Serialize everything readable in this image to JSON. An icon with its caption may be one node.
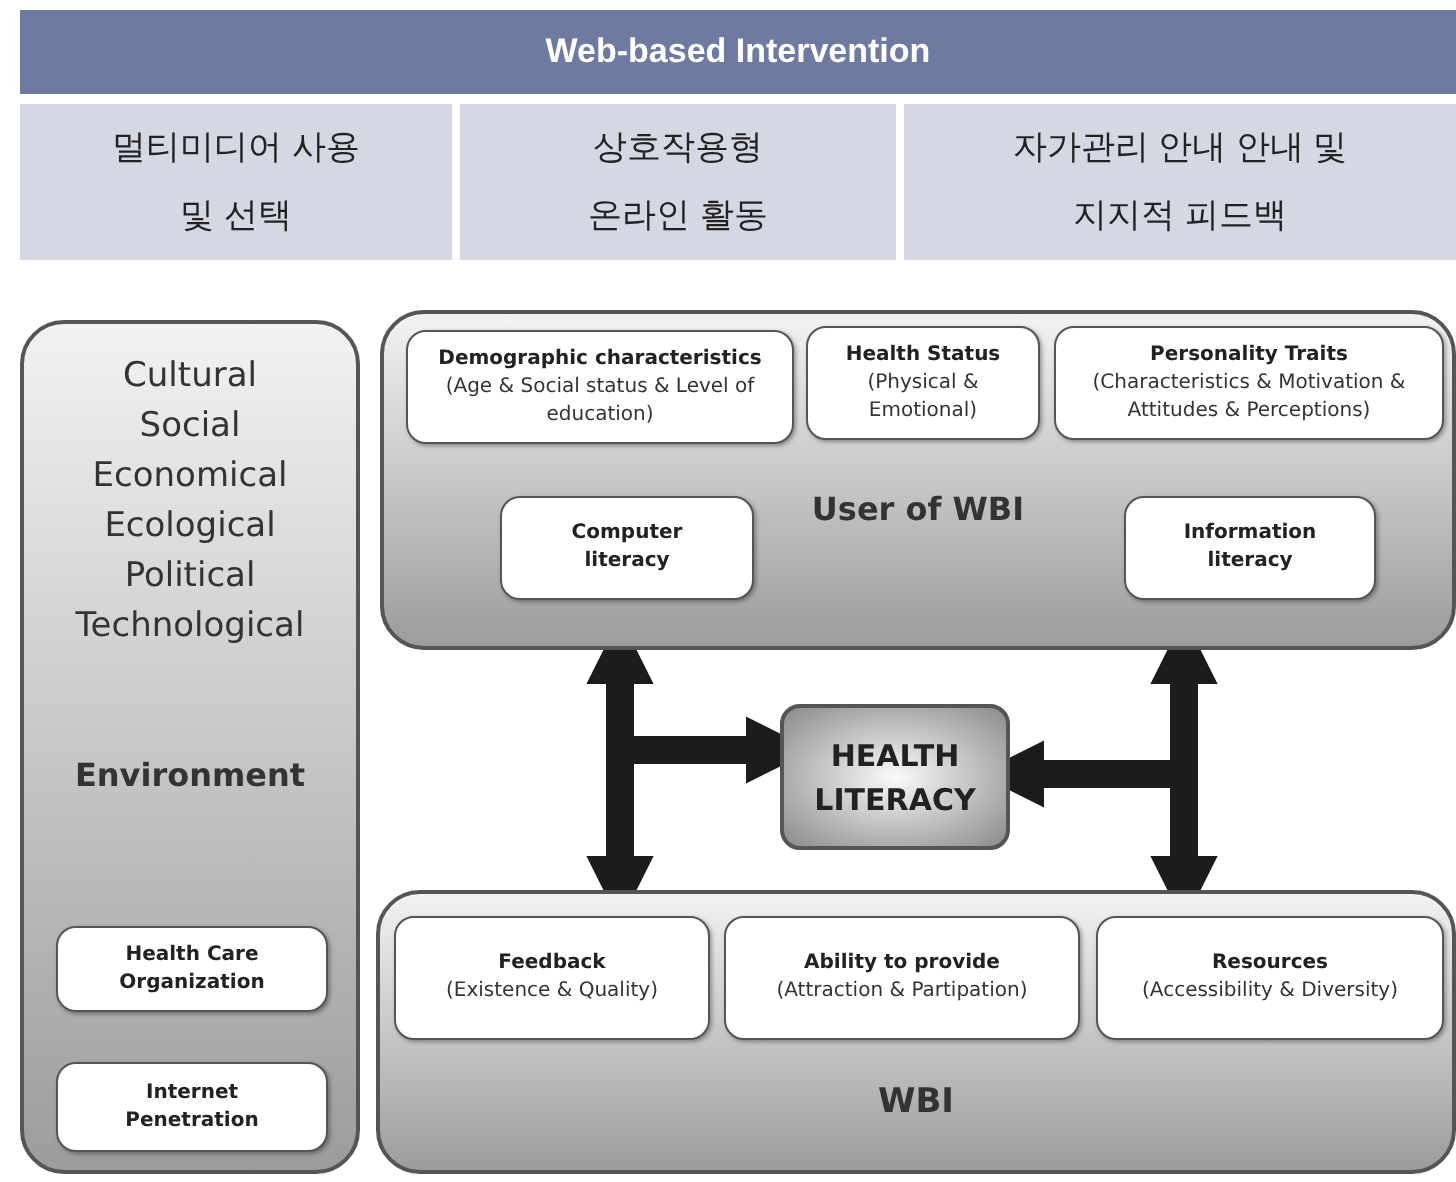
{
  "diagram": {
    "nodes": [
      {
        "text": [
          "Web-based Intervention"
        ]
      },
      {
        "text": [
          "멀티미디어 사용 및 선택"
        ]
      },
      {
        "text": [
          "상호작용형 온라인 활동"
        ]
      },
      {
        "text": [
          "자가관리 안내 안내 및 지지적 피드백"
        ]
      },
      {
        "text": [
          "Cultural Social Economical Ecological Political Technological",
          "Environment"
        ]
      },
      {
        "text": [
          "Health Care Organization"
        ],
        "in": 4
      },
      {
        "text": [
          "Internet Penetration"
        ],
        "in": 4
      },
      {
        "text": [
          "User of WBI"
        ]
      },
      {
        "text": [
          "Demographic characteristics",
          "(Age & Social status & Level of education)"
        ],
        "in": 7
      },
      {
        "text": [
          "Health Status",
          "(Physical & Emotional)"
        ],
        "in": 7
      },
      {
        "text": [
          "Personality Traits",
          "(Characteristics & Motivation & Attitudes & Perceptions)"
        ],
        "in": 7
      },
      {
        "text": [
          "Computer literacy"
        ],
        "in": 7
      },
      {
        "text": [
          "Information literacy"
        ],
        "in": 7
      },
      {
        "text": [
          "HEALTH LITERACY"
        ]
      },
      {
        "text": [
          "WBI"
        ]
      },
      {
        "text": [
          "Feedback",
          "(Existence  & Quality)"
        ],
        "in": 14
      },
      {
        "text": [
          "Ability to provide",
          "(Attraction & Partipation)"
        ],
        "in": 14
      },
      {
        "text": [
          "Resources",
          "(Accessibility & Diversity)"
        ],
        "in": 14
      }
    ],
    "edges": [
      {
        "from": 7,
        "to": 14,
        "arrow": "both"
      },
      {
        "from": null,
        "to": 13,
        "arrow": "to"
      },
      {
        "from": 7,
        "to": 14,
        "arrow": "both"
      },
      {
        "from": null,
        "to": 13,
        "arrow": "to"
      }
    ]
  }
}
